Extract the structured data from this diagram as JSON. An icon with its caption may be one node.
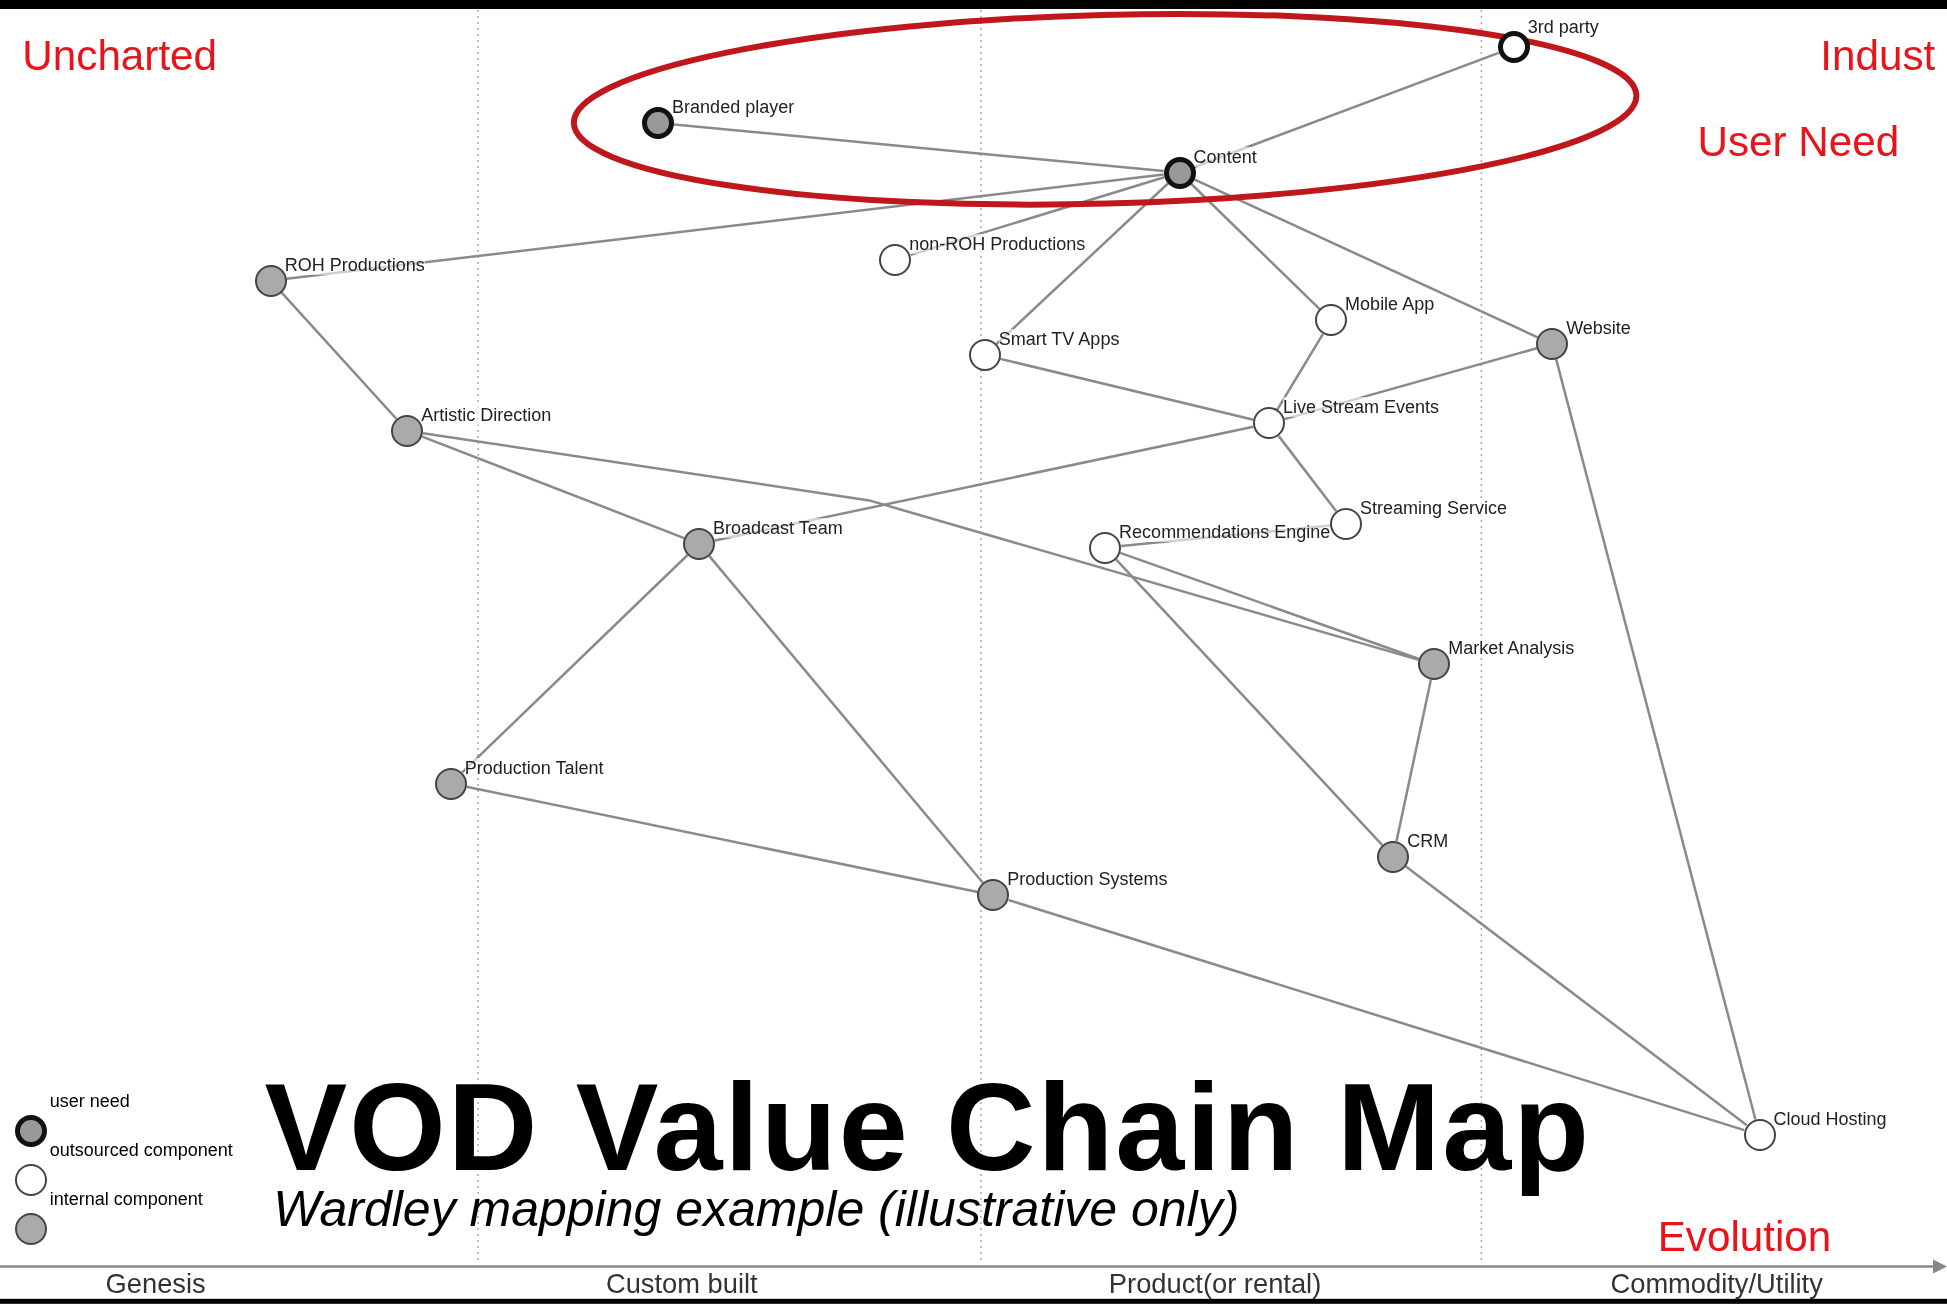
{
  "diagram": {
    "title": "VOD Value Chain Map",
    "caption": "Wardley mapping example (illustrative only)",
    "nodes": [
      {
        "text": [
          "3rd party"
        ]
      },
      {
        "text": [
          "Branded player"
        ]
      },
      {
        "text": [
          "Content"
        ]
      },
      {
        "text": [
          "ROH Productions"
        ]
      },
      {
        "text": [
          "non-ROH Productions"
        ]
      },
      {
        "text": [
          "Smart TV Apps"
        ]
      },
      {
        "text": [
          "Mobile App"
        ]
      },
      {
        "text": [
          "Website"
        ]
      },
      {
        "text": [
          "Artistic Direction"
        ]
      },
      {
        "text": [
          "Live Stream Events"
        ]
      },
      {
        "text": [
          "Broadcast Team"
        ]
      },
      {
        "text": [
          "Recommendations Engine"
        ]
      },
      {
        "text": [
          "Streaming Service"
        ]
      },
      {
        "text": [
          "Market Analysis"
        ]
      },
      {
        "text": [
          "Production Talent"
        ]
      },
      {
        "text": [
          "CRM"
        ]
      },
      {
        "text": [
          "Production Systems"
        ]
      },
      {
        "text": [
          "Cloud Hosting"
        ]
      }
    ],
    "edges": [
      {
        "from": 2,
        "to": 0,
        "arrow": "none"
      },
      {
        "from": 2,
        "to": 1,
        "arrow": "none"
      },
      {
        "from": 2,
        "to": 3,
        "arrow": "none"
      },
      {
        "from": 2,
        "to": 4,
        "arrow": "none"
      },
      {
        "from": 2,
        "to": 5,
        "arrow": "none"
      },
      {
        "from": 2,
        "to": 6,
        "arrow": "none"
      },
      {
        "from": 2,
        "to": 7,
        "arrow": "none"
      },
      {
        "from": 3,
        "to": 8,
        "arrow": "none"
      },
      {
        "from": 5,
        "to": 9,
        "arrow": "none"
      },
      {
        "from": 6,
        "to": 9,
        "arrow": "none"
      },
      {
        "from": 7,
        "to": 9,
        "arrow": "none"
      },
      {
        "from": 9,
        "to": 12,
        "arrow": "none"
      },
      {
        "from": 9,
        "to": 10,
        "arrow": "none"
      },
      {
        "from": 8,
        "to": 10,
        "arrow": "none"
      },
      {
        "from": 8,
        "to": 13,
        "arrow": "none"
      },
      {
        "from": 11,
        "to": 12,
        "arrow": "none"
      },
      {
        "from": 11,
        "to": 13,
        "arrow": "none"
      },
      {
        "from": 11,
        "to": 15,
        "arrow": "none"
      },
      {
        "from": 13,
        "to": 15,
        "arrow": "none"
      },
      {
        "from": 10,
        "to": 14,
        "arrow": "none"
      },
      {
        "from": 10,
        "to": 16,
        "arrow": "none"
      },
      {
        "from": 14,
        "to": 16,
        "arrow": "none"
      },
      {
        "from": 16,
        "to": 17,
        "arrow": "none"
      },
      {
        "from": 15,
        "to": 17,
        "arrow": "none"
      },
      {
        "from": 7,
        "to": 17,
        "arrow": "none"
      }
    ],
    "labels": [
      "Uncharted",
      "Indust",
      "User Need",
      "Evolution",
      "Genesis",
      "Custom built",
      "Product(or rental)",
      "Commodity/Utility"
    ],
    "legend": [
      {
        "text": "user need"
      },
      {
        "text": "outsourced component"
      },
      {
        "text": "internal component"
      }
    ]
  }
}
